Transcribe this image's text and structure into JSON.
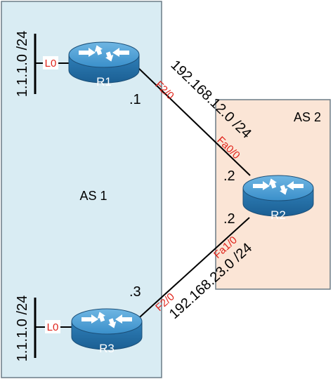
{
  "areas": {
    "as1": "AS 1",
    "as2": "AS 2"
  },
  "routers": {
    "r1": "R1",
    "r2": "R2",
    "r3": "R3"
  },
  "interfaces": {
    "r1_loopback": "L0",
    "r3_loopback": "L0",
    "r1_f2_0": "F2/0",
    "r2_fa0_0": "Fa0/0",
    "r2_fa1_0": "Fa1/0",
    "r3_f2_0": "F2/0"
  },
  "subnets": {
    "r1_loopback_net": "1.1.1.0 /24",
    "r3_loopback_net": "1.1.1.0 /24",
    "link_r1_r2": "192.168.12.0 /24",
    "link_r2_r3": "192.168.23.0 /24"
  },
  "host_ids": {
    "r1": ".1",
    "r2_top": ".2",
    "r2_bottom": ".2",
    "r3": ".3"
  },
  "colors": {
    "as1_fill": "#d9ecf3",
    "as2_fill": "#fbe5d6",
    "interface_text": "#e0241b",
    "router_body": "#2e7db5"
  },
  "icons": {
    "router": "router-icon"
  }
}
